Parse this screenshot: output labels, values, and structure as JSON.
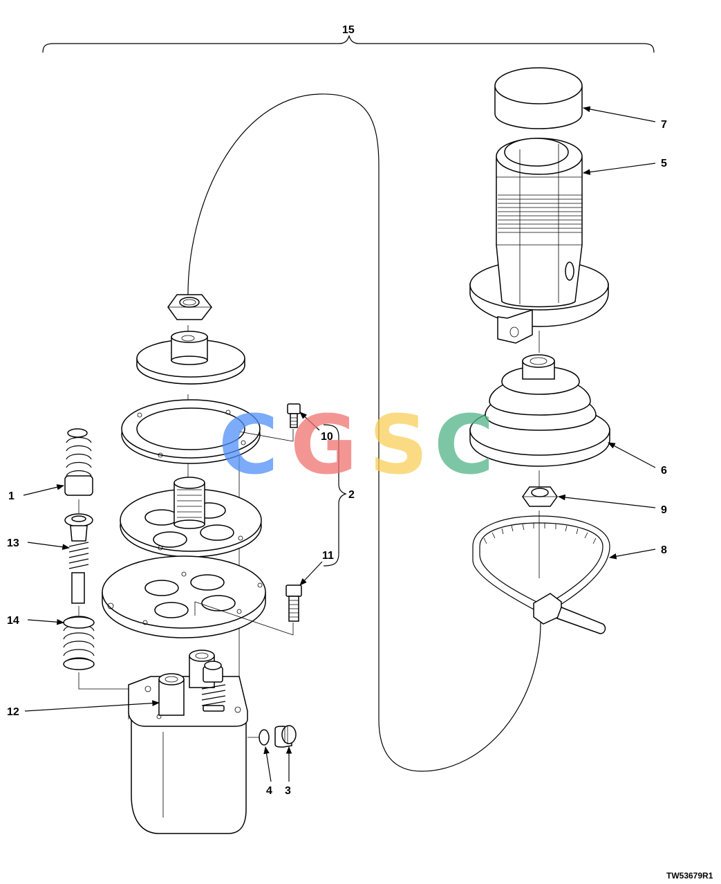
{
  "diagram": {
    "assembly_label": "15",
    "callouts": [
      {
        "id": "c1",
        "text": "1"
      },
      {
        "id": "c2",
        "text": "2"
      },
      {
        "id": "c3",
        "text": "3"
      },
      {
        "id": "c4",
        "text": "4"
      },
      {
        "id": "c5",
        "text": "5"
      },
      {
        "id": "c6",
        "text": "6"
      },
      {
        "id": "c7",
        "text": "7"
      },
      {
        "id": "c8",
        "text": "8"
      },
      {
        "id": "c9",
        "text": "9"
      },
      {
        "id": "c10",
        "text": "10"
      },
      {
        "id": "c11",
        "text": "11"
      },
      {
        "id": "c12",
        "text": "12"
      },
      {
        "id": "c13",
        "text": "13"
      },
      {
        "id": "c14",
        "text": "14"
      }
    ],
    "drawing_code": "TW53679R1",
    "watermark": {
      "letters": [
        "C",
        "G",
        "S",
        "C"
      ],
      "colors": [
        "#4f8ff7",
        "#f07470",
        "#f9d05a",
        "#52b388"
      ]
    }
  }
}
